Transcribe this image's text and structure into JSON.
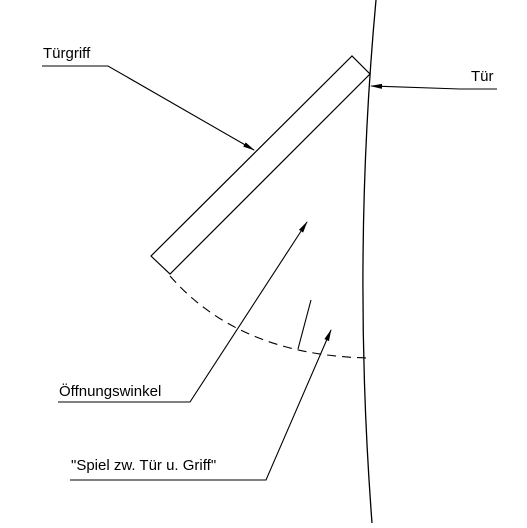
{
  "labels": {
    "handle": "Türgriff",
    "door": "Tür",
    "opening_angle": "Öffnungswinkel",
    "clearance": "\"Spiel zw. Tür u. Griff\""
  },
  "colors": {
    "stroke": "#000000",
    "background": "#ffffff"
  }
}
